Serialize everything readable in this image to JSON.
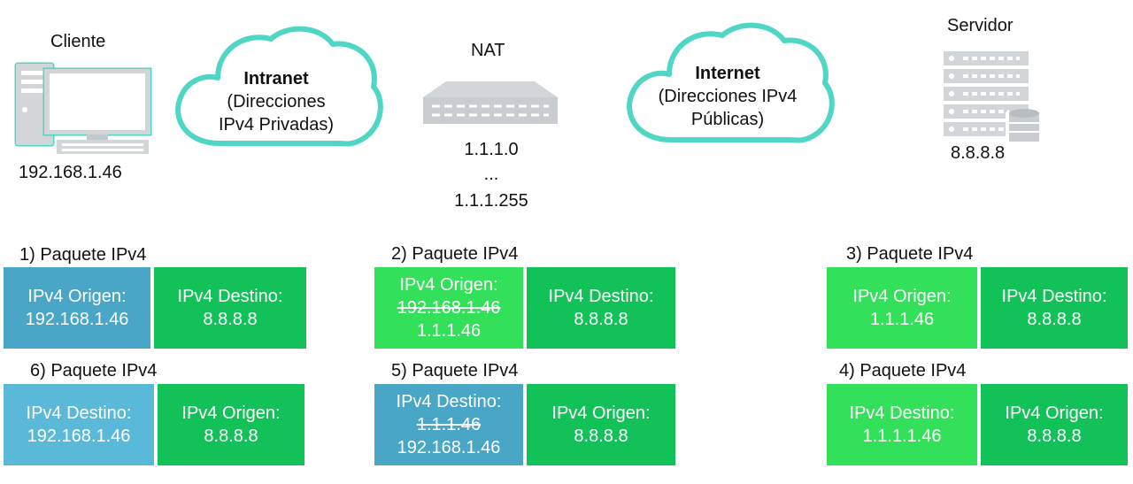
{
  "nodes": {
    "cliente": {
      "label": "Cliente",
      "ip": "192.168.1.46"
    },
    "nat": {
      "label": "NAT",
      "ip_start": "1.1.1.0",
      "ellipsis": "...",
      "ip_end": "1.1.1.255"
    },
    "servidor": {
      "label": "Servidor",
      "ip": "8.8.8.8"
    }
  },
  "clouds": {
    "intranet": {
      "title": "Intranet",
      "line1": "(Direcciones",
      "line2": "IPv4 Privadas)"
    },
    "internet": {
      "title": "Internet",
      "line1": "(Direcciones IPv4",
      "line2": "Públicas)"
    }
  },
  "packets": {
    "p1": {
      "title": "1) Paquete IPv4",
      "left": {
        "label": "IPv4 Origen:",
        "value": "192.168.1.46"
      },
      "right": {
        "label": "IPv4 Destino:",
        "value": "8.8.8.8"
      }
    },
    "p2": {
      "title": "2) Paquete IPv4",
      "left": {
        "label": "IPv4 Origen:",
        "old": "192.168.1.46",
        "value": "1.1.1.46"
      },
      "right": {
        "label": "IPv4 Destino:",
        "value": "8.8.8.8"
      }
    },
    "p3": {
      "title": "3) Paquete IPv4",
      "left": {
        "label": "IPv4 Origen:",
        "value": "1.1.1.46"
      },
      "right": {
        "label": "IPv4 Destino:",
        "value": "8.8.8.8"
      }
    },
    "p4": {
      "title": "4) Paquete IPv4",
      "left": {
        "label": "IPv4 Destino:",
        "value": "1.1.1.1.46"
      },
      "right": {
        "label": "IPv4 Origen:",
        "value": "8.8.8.8"
      }
    },
    "p5": {
      "title": "5) Paquete IPv4",
      "left": {
        "label": "IPv4 Destino:",
        "old": "1.1.1.46",
        "value": "192.168.1.46"
      },
      "right": {
        "label": "IPv4 Origen:",
        "value": "8.8.8.8"
      }
    },
    "p6": {
      "title": "6) Paquete IPv4",
      "left": {
        "label": "IPv4 Destino:",
        "value": "192.168.1.46"
      },
      "right": {
        "label": "IPv4 Origen:",
        "value": "8.8.8.8"
      }
    }
  },
  "colors": {
    "accent_teal": "#4fd6c4",
    "green_dark": "#12c259",
    "green_light": "#33e05a",
    "blue": "#4aa6c6",
    "device_gray": "#c9cdd1"
  }
}
